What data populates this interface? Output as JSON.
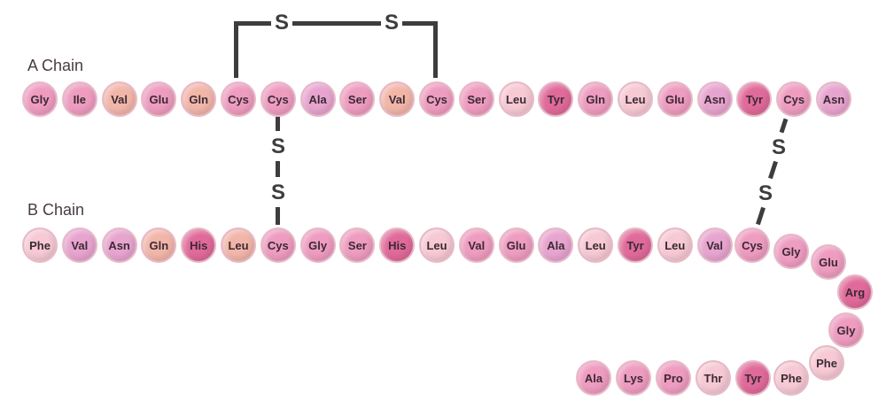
{
  "labels": {
    "a_chain": "A Chain",
    "b_chain": "B Chain"
  },
  "sulfur": "S",
  "colors": {
    "light": "#f6c9d4",
    "pink": "#ee9cc0",
    "orchid": "#e7a4cf",
    "magenta": "#e06a9a",
    "peach": "#f2b6a9",
    "outline": "#e7b9c7",
    "line": "#3d3d3d"
  },
  "a_chain": [
    {
      "aa": "Gly",
      "tone": "pink"
    },
    {
      "aa": "Ile",
      "tone": "pink"
    },
    {
      "aa": "Val",
      "tone": "peach"
    },
    {
      "aa": "Glu",
      "tone": "pink"
    },
    {
      "aa": "Gln",
      "tone": "peach"
    },
    {
      "aa": "Cys",
      "tone": "pink"
    },
    {
      "aa": "Cys",
      "tone": "pink"
    },
    {
      "aa": "Ala",
      "tone": "orchid"
    },
    {
      "aa": "Ser",
      "tone": "pink"
    },
    {
      "aa": "Val",
      "tone": "peach"
    },
    {
      "aa": "Cys",
      "tone": "pink"
    },
    {
      "aa": "Ser",
      "tone": "pink"
    },
    {
      "aa": "Leu",
      "tone": "light"
    },
    {
      "aa": "Tyr",
      "tone": "magenta"
    },
    {
      "aa": "Gln",
      "tone": "pink"
    },
    {
      "aa": "Leu",
      "tone": "light"
    },
    {
      "aa": "Glu",
      "tone": "pink"
    },
    {
      "aa": "Asn",
      "tone": "orchid"
    },
    {
      "aa": "Tyr",
      "tone": "magenta"
    },
    {
      "aa": "Cys",
      "tone": "pink"
    },
    {
      "aa": "Asn",
      "tone": "orchid"
    }
  ],
  "b_chain": [
    {
      "aa": "Phe",
      "tone": "light"
    },
    {
      "aa": "Val",
      "tone": "orchid"
    },
    {
      "aa": "Asn",
      "tone": "orchid"
    },
    {
      "aa": "Gln",
      "tone": "peach"
    },
    {
      "aa": "His",
      "tone": "magenta"
    },
    {
      "aa": "Leu",
      "tone": "peach"
    },
    {
      "aa": "Cys",
      "tone": "pink"
    },
    {
      "aa": "Gly",
      "tone": "pink"
    },
    {
      "aa": "Ser",
      "tone": "pink"
    },
    {
      "aa": "His",
      "tone": "magenta"
    },
    {
      "aa": "Leu",
      "tone": "light"
    },
    {
      "aa": "Val",
      "tone": "pink"
    },
    {
      "aa": "Glu",
      "tone": "pink"
    },
    {
      "aa": "Ala",
      "tone": "orchid"
    },
    {
      "aa": "Leu",
      "tone": "light"
    },
    {
      "aa": "Tyr",
      "tone": "magenta"
    },
    {
      "aa": "Leu",
      "tone": "light"
    },
    {
      "aa": "Val",
      "tone": "orchid"
    },
    {
      "aa": "Cys",
      "tone": "pink"
    },
    {
      "aa": "Gly",
      "tone": "pink"
    },
    {
      "aa": "Glu",
      "tone": "pink"
    },
    {
      "aa": "Arg",
      "tone": "magenta"
    },
    {
      "aa": "Gly",
      "tone": "pink"
    },
    {
      "aa": "Phe",
      "tone": "light"
    },
    {
      "aa": "Phe",
      "tone": "light"
    },
    {
      "aa": "Tyr",
      "tone": "magenta"
    },
    {
      "aa": "Thr",
      "tone": "light"
    },
    {
      "aa": "Pro",
      "tone": "pink"
    },
    {
      "aa": "Lys",
      "tone": "pink"
    },
    {
      "aa": "Ala",
      "tone": "pink"
    }
  ]
}
